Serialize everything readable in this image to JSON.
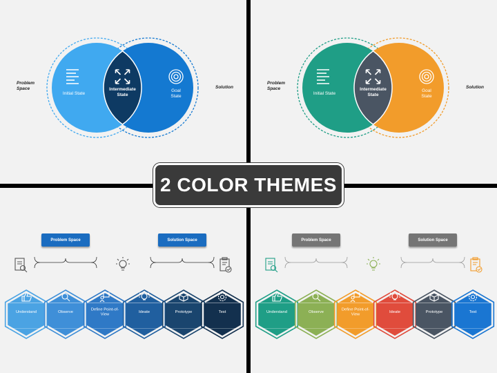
{
  "banner": {
    "title": "2 COLOR THEMES"
  },
  "venn": {
    "problem_space": "Problem Space",
    "solution": "Solution",
    "initial_state": "Initial State",
    "intermediate_state": "Intermediate State",
    "goal_state": "Goal State"
  },
  "steps": {
    "problem_space": "Problem Space",
    "solution_space": "Solution Space",
    "items": [
      "Understand",
      "Observe",
      "Define Point-of-View",
      "Ideate",
      "Prototype",
      "Test"
    ]
  },
  "themes": {
    "blue": {
      "venn_left": "#40a9f0",
      "venn_right": "#1479d1",
      "venn_mid": "#0e3a63",
      "venn_dash": "#40a9f0",
      "pill": "#1a6cc0",
      "hexes": [
        "#4ba3e3",
        "#3f8fd8",
        "#2f79c6",
        "#205f9f",
        "#1a456e",
        "#13304e"
      ]
    },
    "color": {
      "venn_left": "#1f9e86",
      "venn_right": "#f29c2b",
      "venn_mid": "#4a5563",
      "venn_dash": "#1f9e86",
      "pill": "#757575",
      "hexes": [
        "#1f9e86",
        "#8cb055",
        "#f29c2b",
        "#e04c3c",
        "#4a5563",
        "#1a76d2"
      ]
    }
  },
  "icons": {
    "venn": [
      "list-icon",
      "expand-arrows-icon",
      "target-icon"
    ],
    "steps": [
      "thumbs-up-icon",
      "search-icon",
      "presenter-icon",
      "lightbulb-icon",
      "cube-icon",
      "gear-icon"
    ],
    "side": [
      "document-search-icon",
      "lightbulb-icon",
      "clipboard-check-icon"
    ]
  }
}
